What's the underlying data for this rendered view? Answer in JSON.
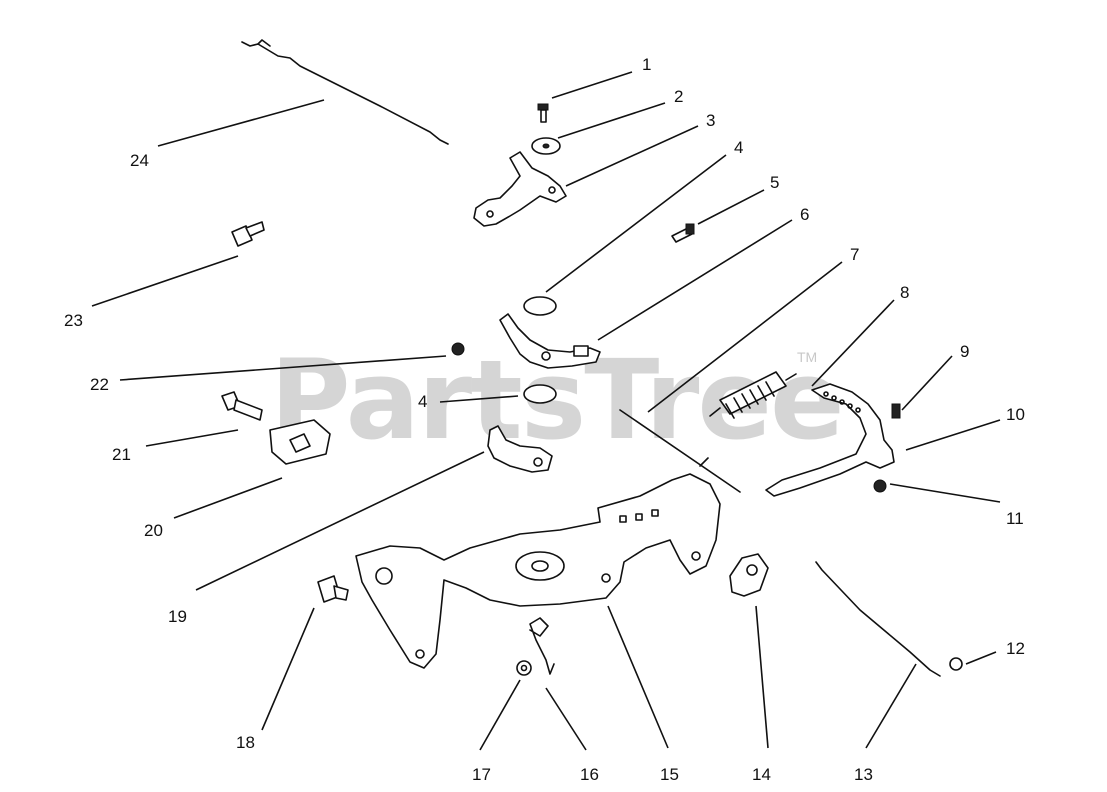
{
  "watermark": {
    "text": "PartsTree",
    "trademark": "TM"
  },
  "callouts": [
    {
      "id": "c1",
      "label": "1"
    },
    {
      "id": "c2",
      "label": "2"
    },
    {
      "id": "c3",
      "label": "3"
    },
    {
      "id": "c4a",
      "label": "4"
    },
    {
      "id": "c4b",
      "label": "4"
    },
    {
      "id": "c5",
      "label": "5"
    },
    {
      "id": "c6",
      "label": "6"
    },
    {
      "id": "c7",
      "label": "7"
    },
    {
      "id": "c8",
      "label": "8"
    },
    {
      "id": "c9",
      "label": "9"
    },
    {
      "id": "c10",
      "label": "10"
    },
    {
      "id": "c11",
      "label": "11"
    },
    {
      "id": "c12",
      "label": "12"
    },
    {
      "id": "c13",
      "label": "13"
    },
    {
      "id": "c14",
      "label": "14"
    },
    {
      "id": "c15",
      "label": "15"
    },
    {
      "id": "c16",
      "label": "16"
    },
    {
      "id": "c17",
      "label": "17"
    },
    {
      "id": "c18",
      "label": "18"
    },
    {
      "id": "c19",
      "label": "19"
    },
    {
      "id": "c20",
      "label": "20"
    },
    {
      "id": "c21",
      "label": "21"
    },
    {
      "id": "c22",
      "label": "22"
    },
    {
      "id": "c23",
      "label": "23"
    },
    {
      "id": "c24",
      "label": "24"
    }
  ]
}
